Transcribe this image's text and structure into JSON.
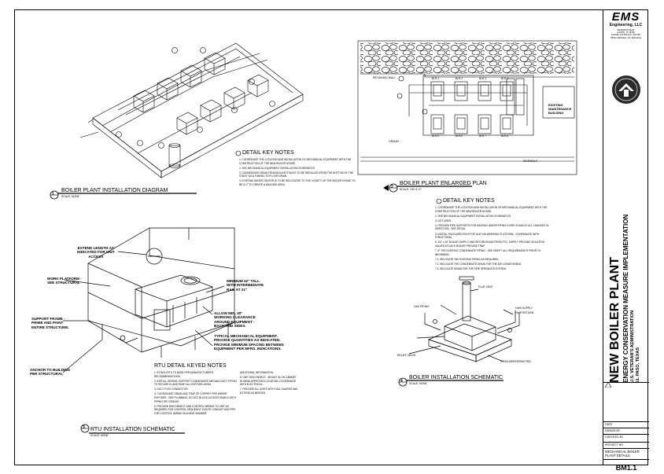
{
  "firm": {
    "name": "EMS",
    "subtitle": "Engineering, LLC",
    "address_lines": [
      "RESEARCH BLVD",
      "AUSTIN, TX 78759",
      "PHONE: 512-555   FAX: 512-555",
      "TBPE FIRM REG. NO.  EMS-ENG"
    ]
  },
  "project": {
    "title": "NEW BOILER PLANT",
    "subtitle": "ENERGY CONSERVATION MEASURE IMPLEMENTATION",
    "client": "U.S. VETERAN'S ADMINISTRATION",
    "location": "EL PASO, TEXAS"
  },
  "sheet": {
    "number": "BM1.1",
    "description": "MECHANICAL BOILER PLANT DETAILS",
    "date_label": "DATE",
    "drawn_label": "DRAWN BY",
    "checked_label": "CHECKED BY",
    "project_no_label": "PROJECT NO."
  },
  "views": {
    "installation_diagram": {
      "num": "1",
      "title": "BOILER PLANT INSTALLATION DIAGRAM",
      "scale": "SCALE: NONE"
    },
    "enlarged_plan": {
      "num": "2",
      "title": "BOILER PLANT ENLARGED PLAN",
      "scale": "SCALE: 1/8\"=1'-0\""
    },
    "rtu_schematic": {
      "num": "3",
      "title": "RTU INSTALLATION SCHEMATIC",
      "scale": "SCALE: NONE"
    },
    "boiler_schematic": {
      "num": "4",
      "title": "BOILER INSTALLATION SCHEMATIC",
      "scale": "SCALE: NONE"
    }
  },
  "detail_notes_1": {
    "heading": "DETAIL KEY NOTES",
    "items": [
      "1.  COORDINATE THE LOCATION AND INSTALLATION OF MECHANICAL EQUIPMENT WITH THE CONSTRUCTION OF THE NEW BOILER HOUSE.",
      "2.  SEE MECHANICAL EQUIPMENT INSTALLATION SCHEMATICS.",
      "3.  CONDENSATE DRAIN FROM BOILER STACKS TO BE INSTALLED FROM THE BOTTOM OF THE STACK VIA A FUNNEL TO FLOOR DRAIN.",
      "4.  EXISTING WATER HEATER IS TO BE RELOCATED TO THE VICINITY OF THE BOILER HOUSE TO BE 5'-0\" TO CREATE A WALKING AREA."
    ]
  },
  "detail_notes_2": {
    "heading": "DETAIL KEY NOTES",
    "items": [
      "1.  COORDINATE THE LOCATION AND INSTALLATION OF MECHANICAL EQUIPMENT WITH THE CONSTRUCTION OF THE NEW BOILER HOUSE.",
      "2.  SEE MECHANICAL EQUIPMENT INSTALLATION SCHEMATICS.",
      "3.  NOT USED.",
      "4.  PROVIDE PIPE SUPPORTS FOR HEATING WATER PIPING EVERY 8' AND AT ALL CHANGES IN DIRECTION - SEE DETAIL.",
      "5.  INSTALL PACKAGED ROOFTOP UNIT ON WORKING PLATFORM - COORDINATE WITH STRUCTURAL.",
      "6.  3/4\" x 10\" BOILER SUPPLY AND RETURN RUNS FROM FTG. SUPPLY PROVIDE ISOLATION VALVES AT EACH BOILER PROVIDE TRAP.",
      "7.  IF THE EXISTING CONDENSATE PIPING - SEE VERIFY ALL REQUIREMENTS PRIOR TO BEGINNING.",
      "7.1. RELOCATE THE EXISTING PIPING AS REQUIRED.",
      "7.2. RELOCATE THE CONDENSATE DRAIN FOR THE AIR CONDITIONING.",
      "7.3. RELOCATE DRAIN FOR THE FIRE SPRINKLER SYSTEM."
    ]
  },
  "rtu_notes": {
    "heading": "RTU DETAIL KEYED NOTES",
    "col1": [
      "1.  ATTACH RTU TO BASE PER MANUFACTURER'S RECOMMENDATIONS.",
      "2.  INSTALL SEISMIC SUPPORT CONDENSATE AROUND DUCT PIPING TO SECURE IN AND PAINT ALL EXPOSED AREA.",
      "3.  DUCT FLEX CONNECTOR.",
      "4.  COORDINATE DRAIN AND TRAP OF COPPER PIPE WHERE EXPOSED - SEE PLUMBING. DO NOT BLOCK ACCESS PANELS WITH PIPING OR CONDUIT.",
      "5.  PROVIDE DISCONNECT AND CONTROL WIRING TO UNIT AS REQUIRED FOR CONTROL SEQUENCE. ROUTE CONDUIT AND PIPE FOR CONTROL WIRING IN A NEAT MANNER."
    ],
    "col2": [
      "ADDITIONAL INFORMATION.",
      "6.  UNIT DISCONNECT - MOUNT IN ON CABINET IN NEMA APPROVED LOCATION, COORDINATE WITH ELECTRICAL.",
      "7.  PROVIDE ALL UNITS WITH HAIL GUARDS AND EXTEND AS NEEDED."
    ]
  },
  "rtu_callouts": {
    "extend_length": "EXTEND LENGTH AS\nINDICATED FOR UNIT\nACCESS",
    "work_platform": "WORK PLATFORM -\nSEE STRUCTURAL",
    "support_frame": "SUPPORT FRAME -\nPRIME AND PAINT\nENTIRE STRUCTURE.",
    "anchor": "ANCHOR TO BUILDING\nPER STRUCTURAL",
    "min_42": "MINIMUM 42\" TALL\nWITH INTERMEDIATE\nRAIL AT 21\"",
    "allow_30": "ALLOW MIN. 30\"\nWORKING CLEARANCE\nAROUND EQUIPMENT -\nBACK AND SIDES.",
    "typical": "TYPICAL MECHANICAL EQUIPMENT.\nPROVIDE QUANTITIES AS INDICATED.\nPROVIDE MINIMUM SPACING BETWEEN\nEQUIPMENT PER MFRS. INDICATIONS."
  },
  "plan_labels": {
    "existing_building": "EXISTING\nMAINTENANCE\nBUILDING",
    "retaining_wall": "RETAINING WALL",
    "gravel": "GRAVEL",
    "sidewalk": "SIDEWALK",
    "boilers": [
      "BLR-1",
      "BLR-2",
      "BLR-3",
      "BLR-4",
      "BLR-5",
      "BLR-6",
      "BLR-7",
      "BLR-8"
    ]
  },
  "boiler_callouts": {
    "flue": "FLUE VENT",
    "gas": "GAS PIPING",
    "hws": "HWS SUPPLY",
    "hwr": "HWR RETURN",
    "relief": "RELIEF VALVE",
    "pad": "4\" HOUSEKEEPING PAD"
  },
  "colors": {
    "ink": "#000000",
    "paper": "#ffffff",
    "seal": "#2a2a2a"
  }
}
